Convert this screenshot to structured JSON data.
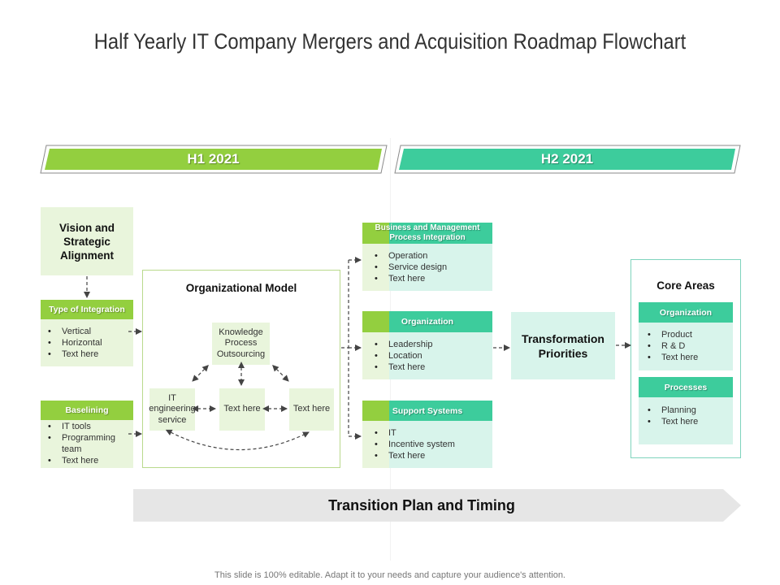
{
  "title": "Half Yearly IT Company Mergers and Acquisition Roadmap Flowchart",
  "colors": {
    "h1_green": "#93cf3f",
    "h2_teal": "#3dcc9c",
    "light_green": "#e9f5dc",
    "light_teal": "#d8f4eb",
    "transition_gray": "#e6e6e6",
    "arrow_gray": "#444444"
  },
  "phases": [
    {
      "label": "H1 2021"
    },
    {
      "label": "H2 2021"
    }
  ],
  "h1": {
    "vision": "Vision and Strategic Alignment",
    "type_of_integration": {
      "header": "Type of Integration",
      "items": [
        "Vertical",
        "Horizontal",
        "Text here"
      ]
    },
    "baselining": {
      "header": "Baselining",
      "items": [
        "IT tools",
        "Programming team",
        "Text here"
      ]
    },
    "org_model": {
      "title": "Organizational Model",
      "nodes": {
        "kpo": "Knowledge Process Outsourcing",
        "it_eng": "IT engineering service",
        "mid": "Text here",
        "right": "Text here"
      }
    }
  },
  "h2": {
    "business": {
      "header": "Business and Management Process Integration",
      "items": [
        "Operation",
        "Service design",
        "Text here"
      ]
    },
    "organization": {
      "header": "Organization",
      "items": [
        "Leadership",
        "Location",
        "Text here"
      ]
    },
    "support": {
      "header": "Support Systems",
      "items": [
        "IT",
        "Incentive system",
        "Text here"
      ]
    },
    "transformation": "Transformation Priorities",
    "core_areas": {
      "title": "Core Areas",
      "organization": {
        "header": "Organization",
        "items": [
          "Product",
          "R & D",
          "Text here"
        ]
      },
      "processes": {
        "header": "Processes",
        "items": [
          "Planning",
          "Text here"
        ]
      }
    }
  },
  "transition": "Transition Plan and Timing",
  "footer": "This slide is 100% editable. Adapt it to your needs and capture your audience's attention."
}
